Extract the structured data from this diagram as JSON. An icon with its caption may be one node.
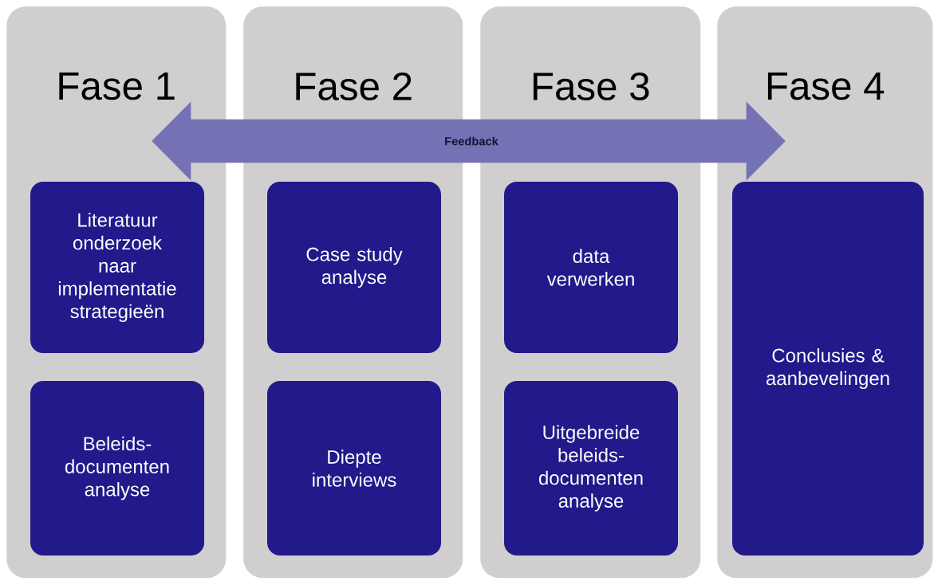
{
  "diagram": {
    "nodes": [
      {
        "text": [
          "Fase 1"
        ]
      },
      {
        "text": [
          "Literatuur onderzoek naar implementatie strategieën"
        ],
        "in": 0
      },
      {
        "text": [
          "Beleids-documenten analyse"
        ],
        "in": 0
      },
      {
        "text": [
          "Fase 2"
        ]
      },
      {
        "text": [
          "Case study analyse"
        ],
        "in": 3
      },
      {
        "text": [
          "Diepte interviews"
        ],
        "in": 3
      },
      {
        "text": [
          "Fase 3"
        ]
      },
      {
        "text": [
          "data verwerken"
        ],
        "in": 6
      },
      {
        "text": [
          "Uitgebreide beleids-documenten analyse"
        ],
        "in": 6
      },
      {
        "text": [
          "Fase 4"
        ]
      },
      {
        "text": [
          "Conclusies & aanbevelingen"
        ],
        "in": 9
      }
    ],
    "labels": [
      "Feedback"
    ]
  }
}
